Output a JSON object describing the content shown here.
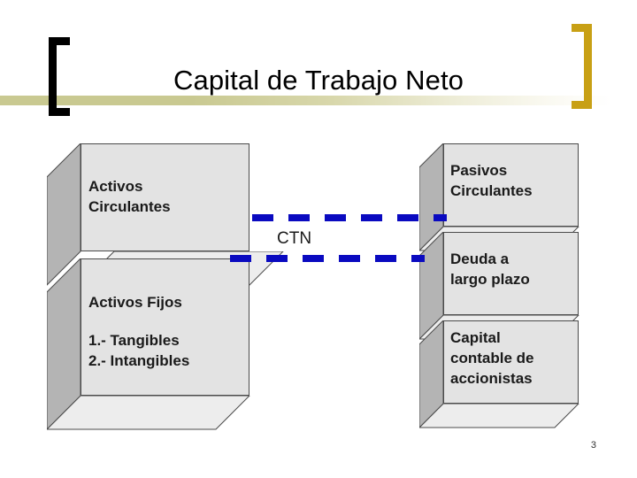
{
  "slide": {
    "title": "Capital de Trabajo Neto",
    "page_number": "3",
    "accent_colors": {
      "bracket_left": "#000000",
      "bracket_right": "#c8a015",
      "band": "#c9c991",
      "connector": "#0a0ac0",
      "box_front": "#e3e3e3",
      "box_side": "#b4b4b4",
      "box_shelf": "#ededed"
    }
  },
  "assets_column": {
    "boxes": [
      {
        "id": "activos-circulantes",
        "lines": "Activos\nCirculantes"
      },
      {
        "id": "activos-fijos",
        "heading": "Activos Fijos",
        "items": "1.- Tangibles\n2.- Intangibles"
      }
    ]
  },
  "liabilities_column": {
    "boxes": [
      {
        "id": "pasivos-circulantes",
        "lines": "Pasivos\nCirculantes"
      },
      {
        "id": "deuda-largo-plazo",
        "lines": "Deuda a\nlargo plazo"
      },
      {
        "id": "capital-contable",
        "lines": "Capital\ncontable de\naccionistas"
      }
    ]
  },
  "connector": {
    "label": "CTN"
  }
}
